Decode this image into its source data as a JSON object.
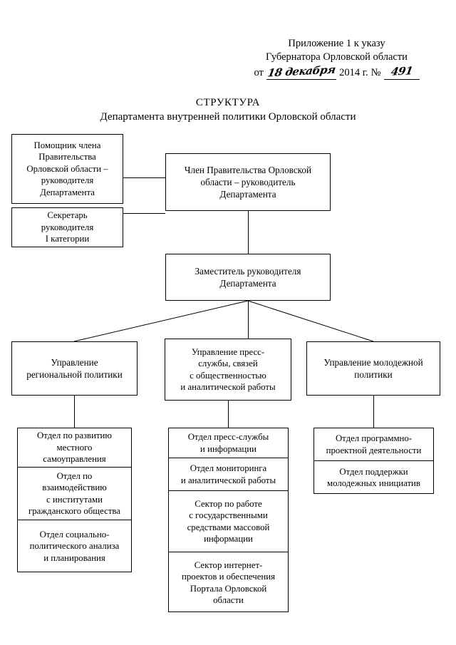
{
  "header": {
    "line1": "Приложение 1 к указу",
    "line2": "Губернатора Орловской области",
    "date_prefix": "от",
    "date_handwritten": "18 декабря",
    "year": "2014 г.",
    "number_symbol": "№",
    "number_handwritten": "491"
  },
  "title": {
    "line1": "СТРУКТУРА",
    "line2": "Департамента внутренней политики Орловской области"
  },
  "nodes": {
    "assistant": "Помощник члена\nПравительства\nОрловской области –\nруководителя\nДепартамента",
    "secretary": "Секретарь\nруководителя\nI категории",
    "head": "Член Правительства Орловской\nобласти – руководитель\nДепартамента",
    "deputy": "Заместитель руководителя\nДепартамента",
    "div_regional": "Управление\nрегиональной политики",
    "div_press": "Управление пресс-\nслужбы, связей\nс общественностью\nи аналитической работы",
    "div_youth": "Управление молодежной\nполитики"
  },
  "columns": {
    "regional": [
      "Отдел по развитию\nместного\nсамоуправления",
      "Отдел по\nвзаимодействию\nс институтами\nгражданского общества",
      "Отдел социально-\nполитического анализа\nи планирования"
    ],
    "press": [
      "Отдел пресс-службы\nи информации",
      "Отдел мониторинга\nи аналитической работы",
      "Сектор по работе\nс государственными\nсредствами массовой\nинформации",
      "Сектор интернет-\nпроектов и обеспечения\nПортала Орловской\nобласти"
    ],
    "youth": [
      "Отдел программно-\nпроектной деятельности",
      "Отдел поддержки\nмолодежных инициатив"
    ]
  },
  "colors": {
    "ink": "#000000",
    "paper": "#ffffff"
  }
}
